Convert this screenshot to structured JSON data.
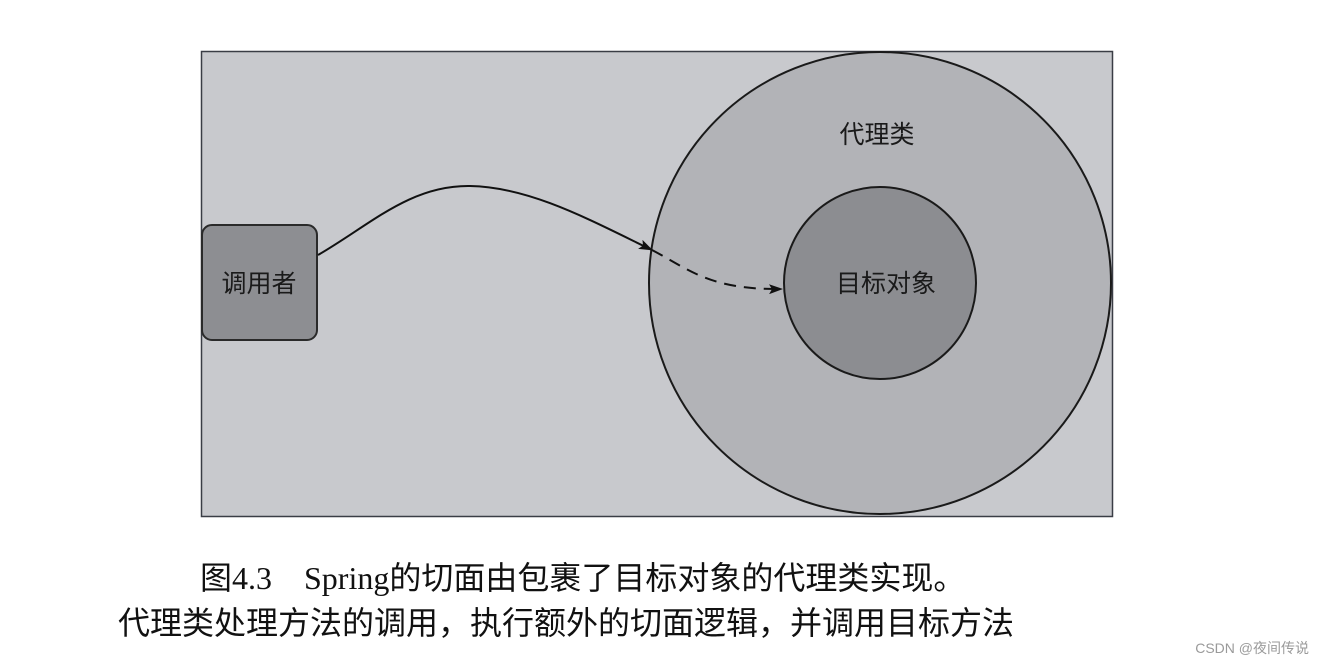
{
  "diagram": {
    "background_color": "#c8c9cd",
    "border_color": "#3a3d45",
    "caller": {
      "label": "调用者",
      "fill": "#8d8e92"
    },
    "proxy": {
      "label": "代理类",
      "fill": "#b2b3b7"
    },
    "target": {
      "label": "目标对象",
      "fill": "#8c8d91"
    },
    "arrows": [
      {
        "from": "调用者",
        "to": "代理类",
        "style": "solid"
      },
      {
        "from": "代理类",
        "to": "目标对象",
        "style": "dashed"
      }
    ]
  },
  "caption": {
    "line1": "图4.3　Spring的切面由包裹了目标对象的代理类实现。",
    "line2": "代理类处理方法的调用，执行额外的切面逻辑，并调用目标方法"
  },
  "watermark": "CSDN @夜间传说"
}
